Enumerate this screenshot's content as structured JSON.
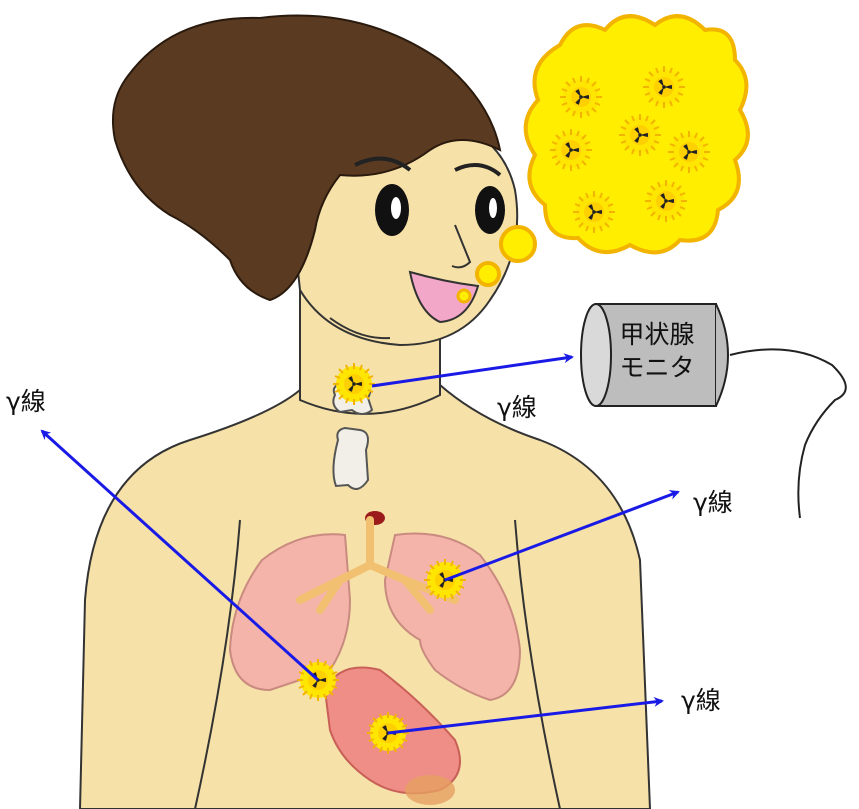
{
  "monitor": {
    "line1": "甲状腺",
    "line2": "モニタ"
  },
  "labels": {
    "gamma_left": "γ線",
    "gamma_monitor": "γ線",
    "gamma_lung": "γ線",
    "gamma_stomach": "γ線"
  },
  "colors": {
    "skin": "#f6e1a8",
    "hair": "#5a3b22",
    "radioactive_cloud": "#ffee00",
    "arrow": "#1a1ae6",
    "monitor_body": "#bdbdbd"
  }
}
